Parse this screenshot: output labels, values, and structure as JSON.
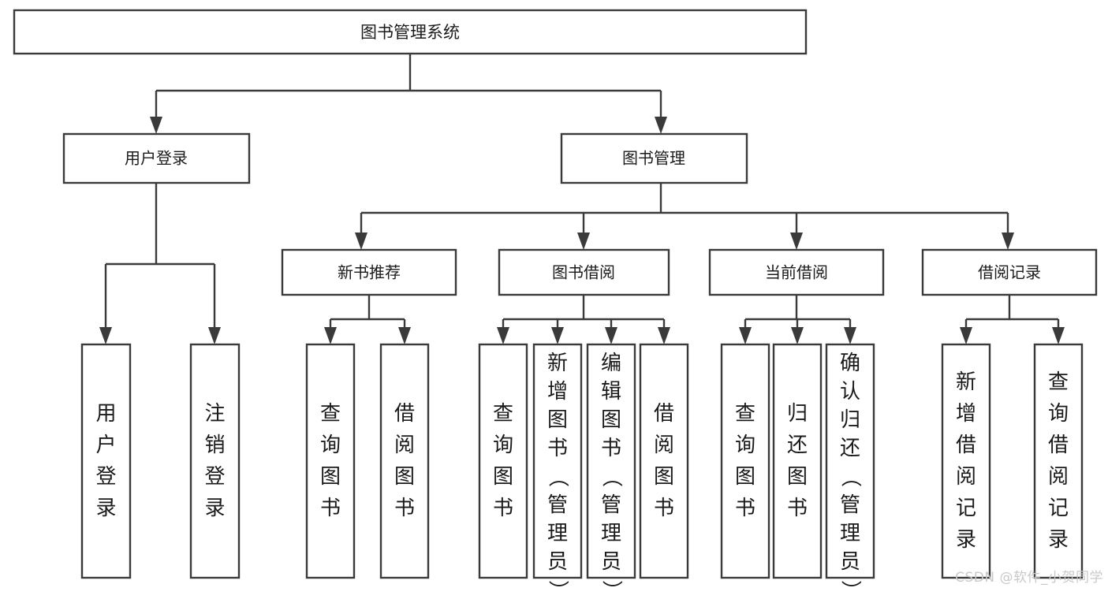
{
  "diagram": {
    "title": "图书管理系统",
    "type": "tree-hierarchy-chart",
    "watermark": "CSDN @软件_小贺同学",
    "colors": {
      "background": "#ffffff",
      "box_stroke": "#3a3a3a",
      "box_fill": "#ffffff",
      "text": "#1a1a1a",
      "connector": "#3a3a3a",
      "watermark": "#c9c9c9"
    },
    "root": {
      "label": "图书管理系统"
    },
    "level2": [
      {
        "label": "用户登录"
      },
      {
        "label": "图书管理"
      }
    ],
    "level3": [
      {
        "label": "新书推荐"
      },
      {
        "label": "图书借阅"
      },
      {
        "label": "当前借阅"
      },
      {
        "label": "借阅记录"
      }
    ],
    "leaves": {
      "user_login": [
        {
          "label": "用户登录"
        },
        {
          "label": "注销登录"
        }
      ],
      "new_book_recommend": [
        {
          "label": "查询图书"
        },
        {
          "label": "借阅图书"
        }
      ],
      "book_borrow": [
        {
          "label": "查询图书"
        },
        {
          "label": "新增图书（管理员）"
        },
        {
          "label": "编辑图书（管理员）"
        },
        {
          "label": "借阅图书"
        }
      ],
      "current_borrow": [
        {
          "label": "查询图书"
        },
        {
          "label": "归还图书"
        },
        {
          "label": "确认归还（管理员）"
        }
      ],
      "borrow_record": [
        {
          "label": "新增借阅记录"
        },
        {
          "label": "查询借阅记录"
        }
      ]
    }
  }
}
